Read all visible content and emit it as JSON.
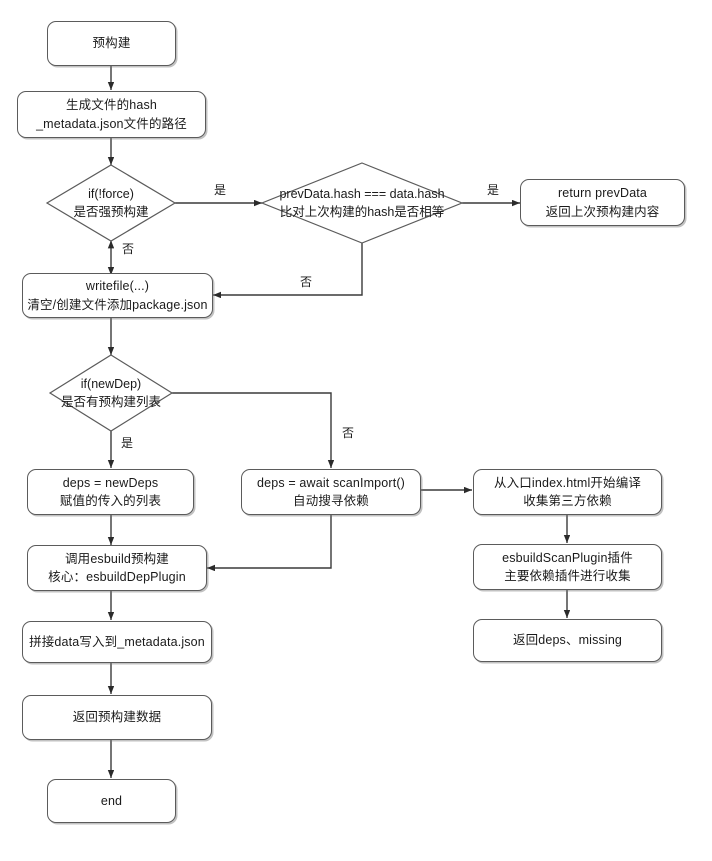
{
  "diagram": {
    "title": "预构建流程图",
    "type": "flowchart",
    "background_color": "#ffffff",
    "stroke_color": "#5b5b5b",
    "text_color": "#1a1a1a",
    "nodes": [
      {
        "id": "start",
        "shape": "rounded-rect",
        "lines": [
          "预构建"
        ]
      },
      {
        "id": "hashpath",
        "shape": "rounded-rect",
        "lines": [
          "生成文件的hash",
          "_metadata.json文件的路径"
        ]
      },
      {
        "id": "force",
        "shape": "diamond",
        "lines": [
          "if(!force)",
          "是否强预构建"
        ]
      },
      {
        "id": "hashcmp",
        "shape": "diamond",
        "lines": [
          "prevData.hash === data.hash",
          "比对上次构建的hash是否相等"
        ]
      },
      {
        "id": "returnprev",
        "shape": "rounded-rect",
        "lines": [
          "return prevData",
          "返回上次预构建内容"
        ]
      },
      {
        "id": "writefile",
        "shape": "rounded-rect",
        "lines": [
          "writefile(...)",
          "清空/创建文件添加package.json"
        ]
      },
      {
        "id": "newdep",
        "shape": "diamond",
        "lines": [
          "if(newDep)",
          "是否有预构建列表"
        ]
      },
      {
        "id": "depsassign",
        "shape": "rounded-rect",
        "lines": [
          "deps = newDeps",
          "赋值的传入的列表"
        ]
      },
      {
        "id": "scanimport",
        "shape": "rounded-rect",
        "lines": [
          "deps = await scanImport()",
          "自动搜寻依赖"
        ]
      },
      {
        "id": "compile",
        "shape": "rounded-rect",
        "lines": [
          "从入口index.html开始编译",
          "收集第三方依赖"
        ]
      },
      {
        "id": "esbuildcall",
        "shape": "rounded-rect",
        "lines": [
          "调用esbuild预构建",
          "核心：esbuildDepPlugin"
        ]
      },
      {
        "id": "scanplugin",
        "shape": "rounded-rect",
        "lines": [
          "esbuildScanPlugin插件",
          "主要依赖插件进行收集"
        ]
      },
      {
        "id": "writemeta",
        "shape": "rounded-rect",
        "lines": [
          "拼接data写入到_metadata.json"
        ]
      },
      {
        "id": "returndeps",
        "shape": "rounded-rect",
        "lines": [
          "返回deps、missing"
        ]
      },
      {
        "id": "returndata",
        "shape": "rounded-rect",
        "lines": [
          "返回预构建数据"
        ]
      },
      {
        "id": "end",
        "shape": "rounded-rect",
        "lines": [
          "end"
        ]
      }
    ],
    "edge_labels": [
      {
        "id": "force-yes",
        "text": "是"
      },
      {
        "id": "force-no",
        "text": "否"
      },
      {
        "id": "hash-yes",
        "text": "是"
      },
      {
        "id": "hash-no",
        "text": "否"
      },
      {
        "id": "newdep-yes",
        "text": "是"
      },
      {
        "id": "newdep-no",
        "text": "否"
      }
    ]
  }
}
